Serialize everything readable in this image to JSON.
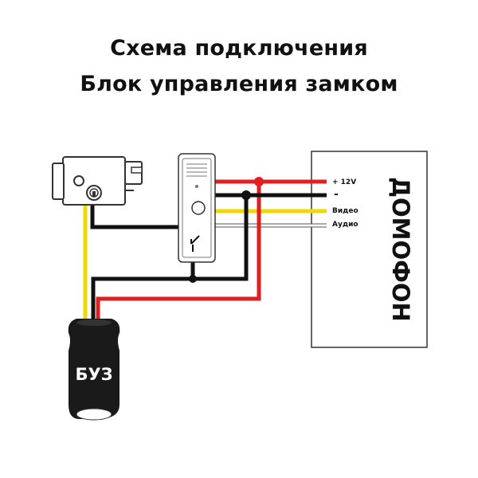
{
  "title": {
    "line1": "Схема подключения",
    "line2": "Блок управления замком"
  },
  "intercom": {
    "label": "ДОМОФОН",
    "terminals": [
      {
        "id": "plus12v",
        "label": "+ 12V",
        "wire_color": "#e02020"
      },
      {
        "id": "minus",
        "label": "-",
        "wire_color": "#111111"
      },
      {
        "id": "video",
        "label": "Видео",
        "wire_color": "#f2d800"
      },
      {
        "id": "audio",
        "label": "Аудио",
        "wire_color": "#ffffff"
      }
    ]
  },
  "psu": {
    "label": "БУЗ"
  },
  "colors": {
    "red": "#e02020",
    "black": "#111111",
    "yellow": "#f2d800",
    "white": "#ffffff"
  }
}
